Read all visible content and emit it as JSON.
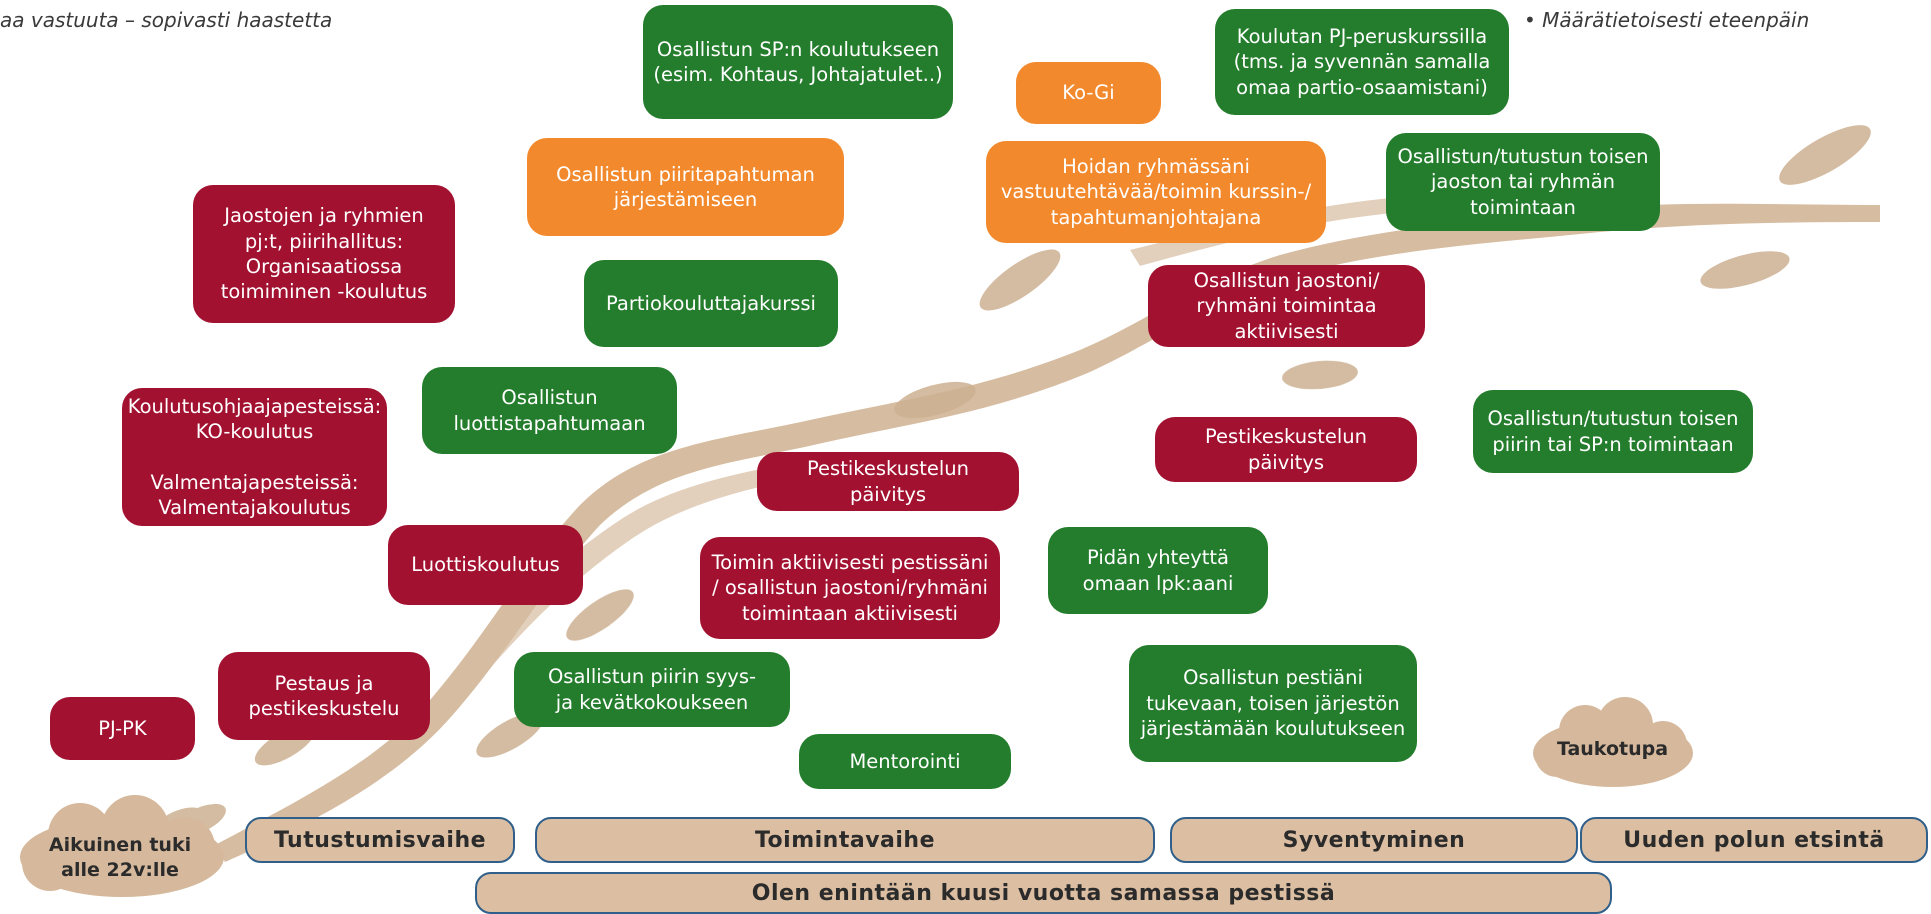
{
  "notes": {
    "left": "aa vastuuta – sopivasti haastetta",
    "right": "• Määrätietoisesti eteenpäin"
  },
  "boxes": {
    "pjpk": "PJ-PK",
    "pestaus": "Pestaus ja\npestikeskustelu",
    "luottiskoulutus": "Luottiskoulutus",
    "koulutusohjaaja": "Koulutusohjaajapesteissä:\nKO-koulutus\n\nValmentajapesteissä:\nValmentajakoulutus",
    "jaostojen": "Jaostojen ja ryhmien\npj:t, piirihallitus:\nOrganisaatiossa\ntoimiminen -koulutus",
    "piiritapahtuma": "Osallistun piiritapahtuman\njärjestämiseen",
    "osallistun_sp": "Osallistun SP:n koulutukseen\n(esim. Kohtaus, Johtajatulet..)",
    "partiokouluttaja": "Partiokouluttajakurssi",
    "luottistapahtuma": "Osallistun\nluottistapahtumaan",
    "pestikeskustelu1": "Pestikeskustelun\npäivitys",
    "toimin_aktiivisesti": "Toimin aktiivisesti pestissäni\n/ osallistun jaostoni/ryhmäni\ntoimintaan aktiivisesti",
    "syyskokous": "Osallistun piirin syys-\nja kevätkokoukseen",
    "mentorointi": "Mentorointi",
    "kogi": "Ko-Gi",
    "hoidan": "Hoidan ryhmässäni\nvastuutehtävää/toimin kurssin-/\ntapahtumanjohtajana",
    "jaostoni": "Osallistun jaostoni/\nryhmäni toimintaa\naktiivisesti",
    "pestikeskustelu2": "Pestikeskustelun\npäivitys",
    "yhteytta": "Pidän yhteyttä\nomaan lpk:aani",
    "tukevaan": "Osallistun pestiäni\ntukevaan, toisen järjestön\njärjestämään koulutukseen",
    "koulutan": "Koulutan PJ-peruskurssilla\n(tms. ja syvennän samalla\nomaa partio-osaamistani)",
    "toisen_jaoston": "Osallistun/tutustun toisen\njaoston tai ryhmän toimintaan",
    "toisen_piirin": "Osallistun/tutustun toisen\npiirin tai SP:n toimintaan"
  },
  "phases": {
    "tutustumis": "Tutustumisvaihe",
    "toiminta": "Toimintavaihe",
    "syventyminen": "Syventyminen",
    "uuden": "Uuden polun etsintä",
    "kuusi": "Olen enintään kuusi vuotta samassa pestissä"
  },
  "clouds": {
    "aikuinen": "Aikuinen tuki\nalle 22v:lle",
    "taukotupa": "Taukotupa"
  },
  "colors": {
    "red": "#a31131",
    "green": "#247d2c",
    "orange": "#f2892c",
    "path": "#d2b596",
    "phase_fill": "#dcbfa2",
    "phase_border": "#2f5f8a"
  }
}
